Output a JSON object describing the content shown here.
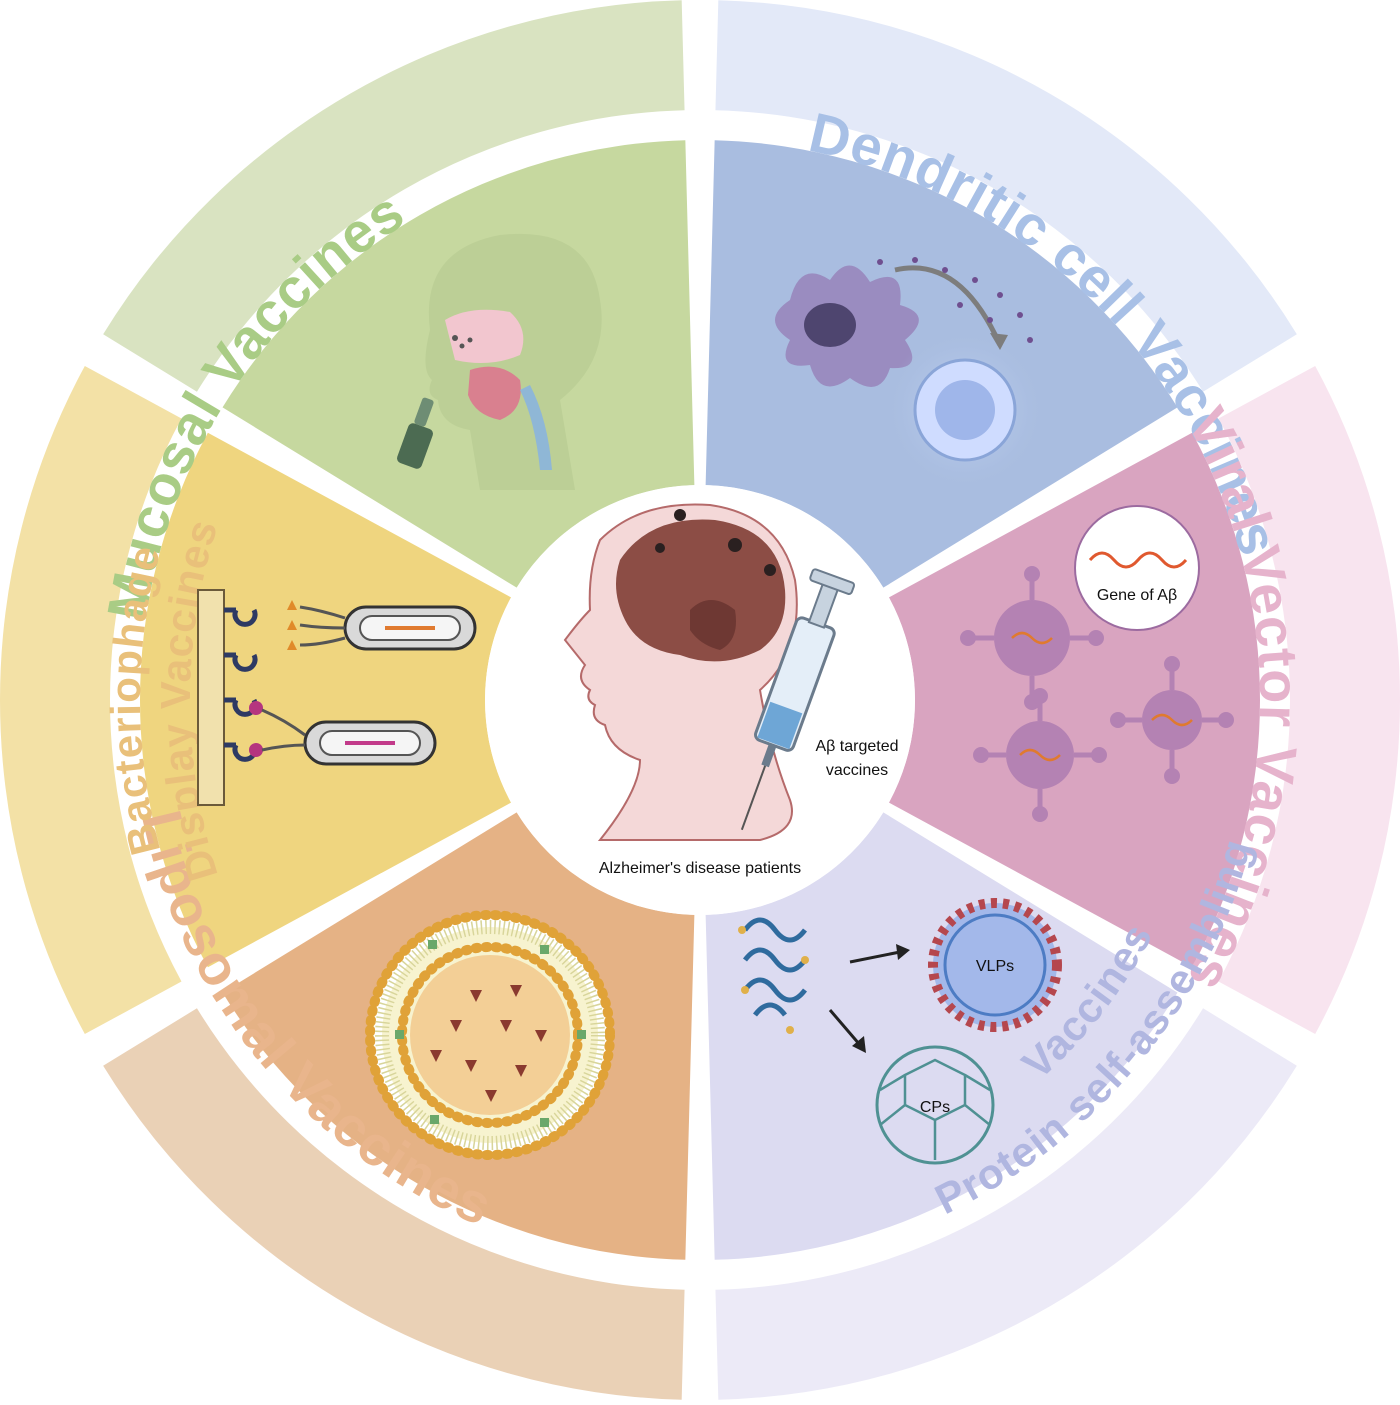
{
  "center": {
    "caption_patients": "Alzheimer's disease patients",
    "caption_vaccine_line1": "Aβ targeted",
    "caption_vaccine_line2": "vaccines"
  },
  "sectors": [
    {
      "id": "mucosal",
      "label": "Mucosal Vaccines",
      "outer_color": "#d9e3c1",
      "inner_color": "#c6d89f",
      "text_color": "#a9cc85"
    },
    {
      "id": "dendritic",
      "label": "Dendritic cell Vaccines",
      "outer_color": "#e3e9f8",
      "inner_color": "#a9bde0",
      "text_color": "#a8c0e6"
    },
    {
      "id": "viral",
      "label": "Viral Vector Vaccines",
      "outer_color": "#f8e4ef",
      "inner_color": "#d9a4c0",
      "text_color": "#e6b3cc"
    },
    {
      "id": "protein",
      "label_line1": "Protein self-assembling",
      "label_line2": "Vaccines",
      "outer_color": "#eceaf7",
      "inner_color": "#dcdbf1",
      "text_color": "#b0b6e0"
    },
    {
      "id": "liposomal",
      "label": "Liposomal Vaccines",
      "outer_color": "#ead1b6",
      "inner_color": "#e5b285",
      "text_color": "#e9b58c"
    },
    {
      "id": "bacteriophage",
      "label_line1": "Bacteriophage",
      "label_line2": "Display Vaccines",
      "outer_color": "#f3e1a6",
      "inner_color": "#efd57f",
      "text_color": "#e9c07a"
    }
  ],
  "viral_callout": "Gene of Aβ",
  "protein_labels": {
    "vlp": "VLPs",
    "cp": "CPs"
  }
}
